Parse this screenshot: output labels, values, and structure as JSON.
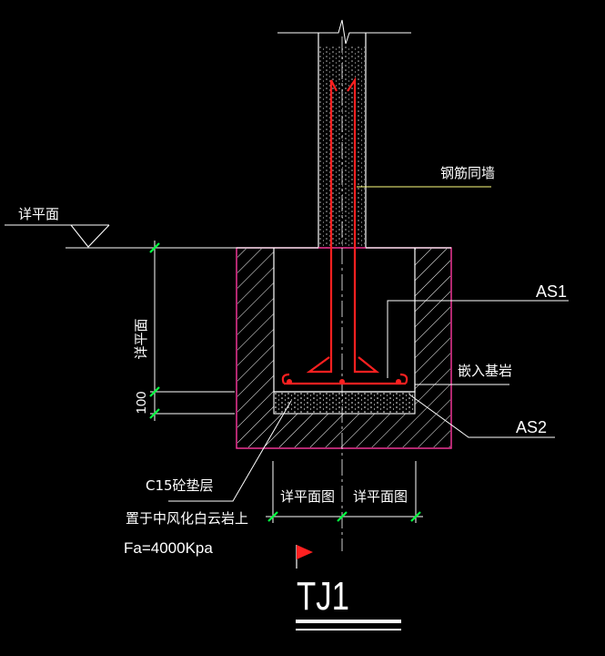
{
  "drawing": {
    "wall_note": "钢筋同墙",
    "level_mark": "详平面",
    "depth_dim": "详平面",
    "pad_dim": "100",
    "as1": "AS1",
    "embed_note": "嵌入基岩",
    "as2": "AS2",
    "cushion_line1": "C15砼垫层",
    "cushion_line2": "置于中风化白云岩上",
    "cushion_line3": "Fa=4000Kpa",
    "width_left": "详平面图",
    "width_right": "详平面图",
    "title": "TJ1"
  },
  "colors": {
    "background": "#000000",
    "outline": "#ffffff",
    "rebar": "#ff2020",
    "pit": "#ff3aa0",
    "leader": "#ffff80",
    "dim_tick": "#00ff40",
    "flag": "#ff2020"
  }
}
